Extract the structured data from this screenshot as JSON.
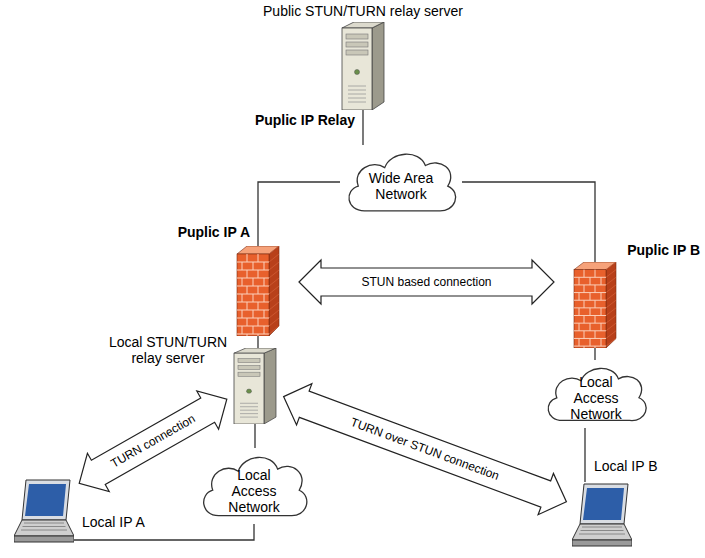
{
  "diagram": {
    "nodes": [
      {
        "text": [
          "Public STUN/TURN relay server",
          "Puplic IP Relay"
        ]
      },
      {
        "text": [
          "Wide Area Network"
        ]
      },
      {
        "text": [
          "Puplic IP A"
        ]
      },
      {
        "text": [
          "Puplic IP B"
        ]
      },
      {
        "text": [
          "Local STUN/TURN relay server"
        ]
      },
      {
        "text": [
          "Local Access Network"
        ]
      },
      {
        "text": [
          "Local Access Network"
        ]
      },
      {
        "text": [
          "Local IP A"
        ]
      },
      {
        "text": [
          "Local IP B"
        ]
      }
    ],
    "edges": [
      {
        "from": 0,
        "to": 1,
        "arrow": "none"
      },
      {
        "from": 1,
        "to": 2,
        "arrow": "none"
      },
      {
        "from": 1,
        "to": 3,
        "arrow": "none"
      },
      {
        "from": 2,
        "to": 4,
        "arrow": "none"
      },
      {
        "from": 4,
        "to": 6,
        "arrow": "none"
      },
      {
        "from": 7,
        "to": 6,
        "arrow": "none"
      },
      {
        "from": 3,
        "to": 5,
        "arrow": "none"
      },
      {
        "from": 5,
        "to": 8,
        "arrow": "none"
      },
      {
        "from": 2,
        "to": 3,
        "arrow": "both",
        "label": "STUN based connection"
      },
      {
        "from": 7,
        "to": 4,
        "arrow": "both",
        "label": "TURN connection"
      },
      {
        "from": 4,
        "to": 8,
        "arrow": "both",
        "label": "TURN over STUN connection"
      }
    ]
  }
}
